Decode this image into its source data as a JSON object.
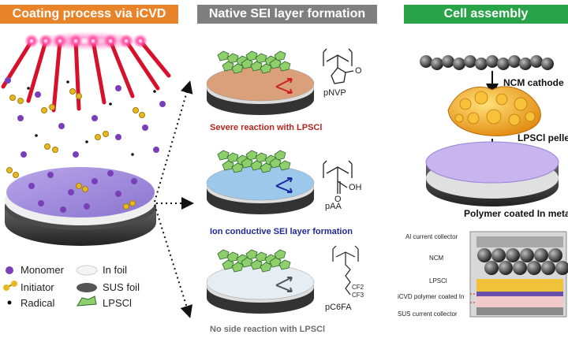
{
  "headers": {
    "coating": "Coating process via iCVD",
    "sei": "Native SEI layer formation",
    "assembly": "Cell assembly"
  },
  "legend": {
    "monomer": "Monomer",
    "initiator": "Initiator",
    "radical": "Radical",
    "in_foil": "In foil",
    "sus_foil": "SUS foil",
    "lpscl": "LPSCl"
  },
  "sei_panels": [
    {
      "polymer": "pNVP",
      "caption": "Severe reaction with LPSCl",
      "caption_color": "#b5261e",
      "layer_color": "#d9a07a",
      "arrow_color": "#cc2222"
    },
    {
      "polymer": "pAA",
      "caption": "Ion conductive SEI layer formation",
      "caption_color": "#1e2a9a",
      "layer_color": "#9cc8ec",
      "arrow_color": "#1a2aa0"
    },
    {
      "polymer": "pC6FA",
      "caption": "No side reaction with LPSCl",
      "caption_color": "#6e6e6e",
      "layer_color": "#e6eef4",
      "arrow_color": "#555555"
    }
  ],
  "pAA_oh": "OH",
  "pAA_o": "O",
  "pNVP_o": "O",
  "cf_labels": [
    "CF2",
    "CF3"
  ],
  "assembly": {
    "ncm_cathode": "NCM cathode",
    "lpscl_pellet": "LPSCl pellet",
    "coated_in": "Polymer coated In metal"
  },
  "cross_section": {
    "al": "Al current collector",
    "ncm": "NCM",
    "lpscl": "LPSCl",
    "icvd": "iCVD polymer coated In",
    "sus": "SUS current collector"
  },
  "colors": {
    "orange": "#e8832a",
    "gray": "#7f7f7f",
    "green": "#28a348",
    "monomer": "#7a3fb8",
    "initiator": "#e8b820",
    "lpscl_green": "#8fcf6b"
  }
}
